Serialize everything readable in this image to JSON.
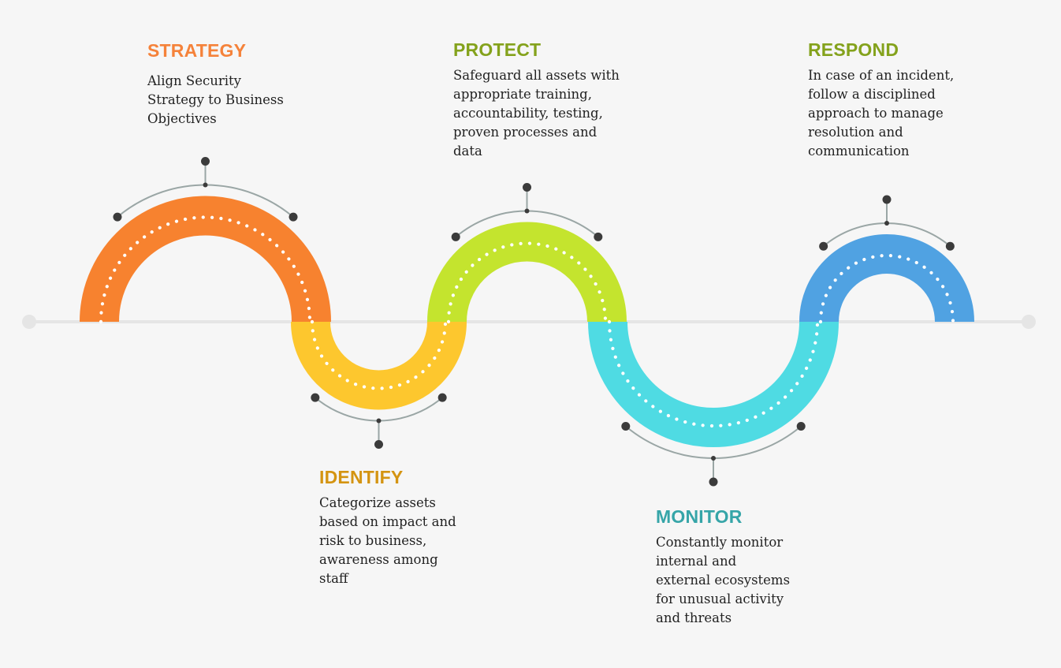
{
  "steps": [
    {
      "id": "strategy",
      "title": "STRATEGY",
      "title_color": "#f5823a",
      "arc_color": "#f7822f",
      "description_lines": [
        "Align Security",
        "Strategy to Business",
        "Objectives"
      ]
    },
    {
      "id": "identify",
      "title": "IDENTIFY",
      "title_color": "#d49411",
      "arc_color": "#fdc72e",
      "description_lines": [
        "Categorize assets",
        "based on impact and",
        "risk to business,",
        "awareness among",
        "staff"
      ]
    },
    {
      "id": "protect",
      "title": "PROTECT",
      "title_color": "#84a21c",
      "arc_color": "#c4e42e",
      "description_lines": [
        "Safeguard all assets with",
        "appropriate training,",
        "accountability, testing,",
        "proven processes and",
        "data"
      ]
    },
    {
      "id": "monitor",
      "title": "MONITOR",
      "title_color": "#36a5a8",
      "arc_color": "#4fdbe3",
      "description_lines": [
        "Constantly monitor",
        "internal and",
        "external ecosystems",
        "for unusual activity",
        "and threats"
      ]
    },
    {
      "id": "respond",
      "title": "RESPOND",
      "title_color": "#84a21c",
      "arc_color": "#50a2e2",
      "description_lines": [
        "In case of an incident,",
        "follow a disciplined",
        "approach to manage",
        "resolution and",
        "communication"
      ]
    }
  ],
  "colors": {
    "background": "#f6f6f6",
    "baseline": "#e5e5e5",
    "connector": "#9aa6a5",
    "node": "#3b3b3b",
    "dots": "#ffffff",
    "text": "#222222"
  }
}
